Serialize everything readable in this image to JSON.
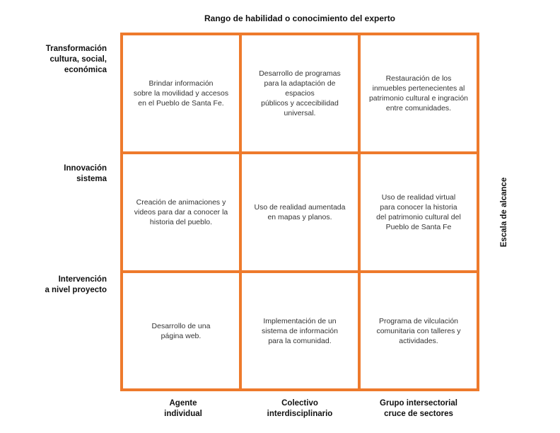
{
  "title": "Rango de habilidad o conocimiento del experto",
  "side_label": "Escala de alcance",
  "row_labels": [
    "Transformación\ncultura, social,\neconómica",
    "Innovación\nsistema",
    "Intervención\na nivel proyecto"
  ],
  "col_labels": [
    "Agente\nindividual",
    "Colectivo\ninterdisciplinario",
    "Grupo intersectorial\ncruce de sectores"
  ],
  "colors": {
    "border": "#ee7a2c"
  },
  "cells": [
    [
      "Brindar información\nsobre la movilidad y accesos\nen el Pueblo de Santa Fe.",
      "Desarrollo de programas\npara la adaptación de espacios\npúblicos  y  accecibilidad\nuniversal.",
      "Restauración de los\ninmuebles pertenecientes al\npatrimonio cultural e ingración\nentre comunidades."
    ],
    [
      "Creación de animaciones y\nvideos para dar a conocer la\nhistoria del pueblo.",
      "Uso de realidad aumentada\nen mapas y planos.",
      "Uso de realidad virtual\npara conocer la historia\ndel patrimonio cultural del\nPueblo de Santa Fe"
    ],
    [
      "Desarrollo de una\npágina web.",
      "Implementación de un\nsistema de información\npara la comunidad.",
      "Programa de vilculación\ncomunitaria con talleres y\nactividades."
    ]
  ]
}
